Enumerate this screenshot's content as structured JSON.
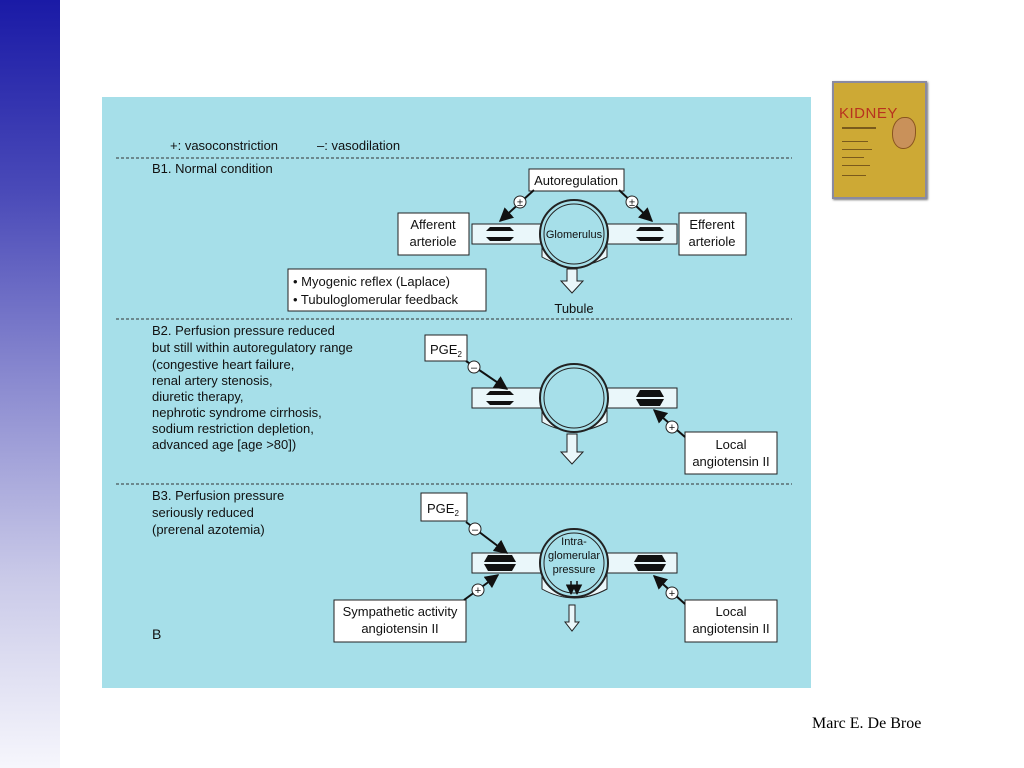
{
  "footer": {
    "author": "Marc E. De Broe"
  },
  "book": {
    "title": "KIDNEY"
  },
  "legend": {
    "plus": "+: vasoconstriction",
    "minus": "–: vasodilation"
  },
  "b1": {
    "title": "B1.  Normal condition",
    "autoregulation": "Autoregulation",
    "afferent_1": "Afferent",
    "afferent_2": "arteriole",
    "efferent_1": "Efferent",
    "efferent_2": "arteriole",
    "glomerulus": "Glomerulus",
    "tubule": "Tubule",
    "bullet_1": "• Myogenic reflex (Laplace)",
    "bullet_2": "• Tubuloglomerular feedback",
    "sign_left": "±",
    "sign_right": "±"
  },
  "b2": {
    "lines": [
      "B2.  Perfusion pressure reduced",
      "but still within autoregulatory range",
      "(congestive heart failure,",
      "renal artery stenosis,",
      "diuretic therapy,",
      "nephrotic syndrome cirrhosis,",
      "sodium restriction depletion,",
      "advanced age [age >80])"
    ],
    "pge": "PGE",
    "pge_sub": "2",
    "local_1": "Local",
    "local_2": "angiotensin II",
    "sign_pge": "–",
    "sign_local": "+"
  },
  "b3": {
    "lines": [
      "B3.  Perfusion pressure",
      "seriously reduced",
      "(prerenal azotemia)"
    ],
    "pge": "PGE",
    "pge_sub": "2",
    "intra_1": "Intra-",
    "intra_2": "glomerular",
    "intra_3": "pressure",
    "symp_1": "Sympathetic activity",
    "symp_2": "angiotensin II",
    "local_1": "Local",
    "local_2": "angiotensin II",
    "sign_pge": "–",
    "sign_symp": "+",
    "sign_local": "+",
    "panel_label": "B"
  }
}
